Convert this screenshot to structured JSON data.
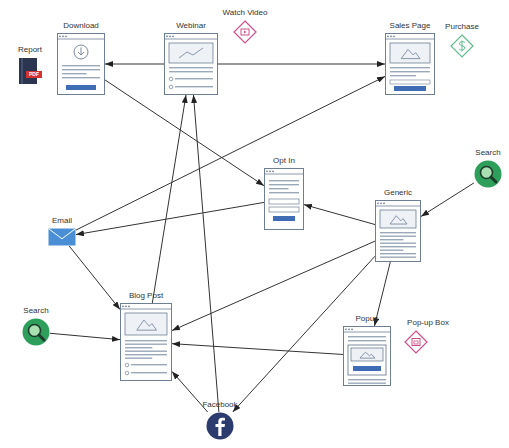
{
  "diagram": {
    "nodes": [
      {
        "text": [
          "Report"
        ]
      },
      {
        "text": [
          "Download"
        ]
      },
      {
        "text": [
          "Webinar"
        ]
      },
      {
        "text": [
          "Watch Video"
        ]
      },
      {
        "text": [
          "Sales Page"
        ]
      },
      {
        "text": [
          "Purchase"
        ]
      },
      {
        "text": [
          "Search"
        ]
      },
      {
        "text": [
          "Opt In"
        ]
      },
      {
        "text": [
          "Generic"
        ]
      },
      {
        "text": [
          "Email"
        ]
      },
      {
        "text": [
          "Search"
        ]
      },
      {
        "text": [
          "Blog Post"
        ]
      },
      {
        "text": [
          "Popup"
        ]
      },
      {
        "text": [
          "Pop-up Box"
        ]
      },
      {
        "text": [
          "Facebook"
        ]
      }
    ],
    "edges": [
      {
        "from": 2,
        "to": 1,
        "arrow": "to"
      },
      {
        "from": 2,
        "to": 4,
        "arrow": "to"
      },
      {
        "from": 1,
        "to": 7,
        "arrow": "to"
      },
      {
        "from": 7,
        "to": 9,
        "arrow": "to"
      },
      {
        "from": 9,
        "to": 4,
        "arrow": "to"
      },
      {
        "from": 9,
        "to": 11,
        "arrow": "to"
      },
      {
        "from": 8,
        "to": 7,
        "arrow": "to"
      },
      {
        "from": 6,
        "to": 8,
        "arrow": "to"
      },
      {
        "from": 8,
        "to": 11,
        "arrow": "to"
      },
      {
        "from": 8,
        "to": 12,
        "arrow": "to"
      },
      {
        "from": 8,
        "to": 14,
        "arrow": "to"
      },
      {
        "from": 12,
        "to": 11,
        "arrow": "to"
      },
      {
        "from": 10,
        "to": 11,
        "arrow": "to"
      },
      {
        "from": 11,
        "to": 2,
        "arrow": "to"
      },
      {
        "from": 14,
        "to": 2,
        "arrow": "to"
      },
      {
        "from": 14,
        "to": 11,
        "arrow": "to"
      }
    ],
    "labels": [
      "PDF"
    ]
  }
}
